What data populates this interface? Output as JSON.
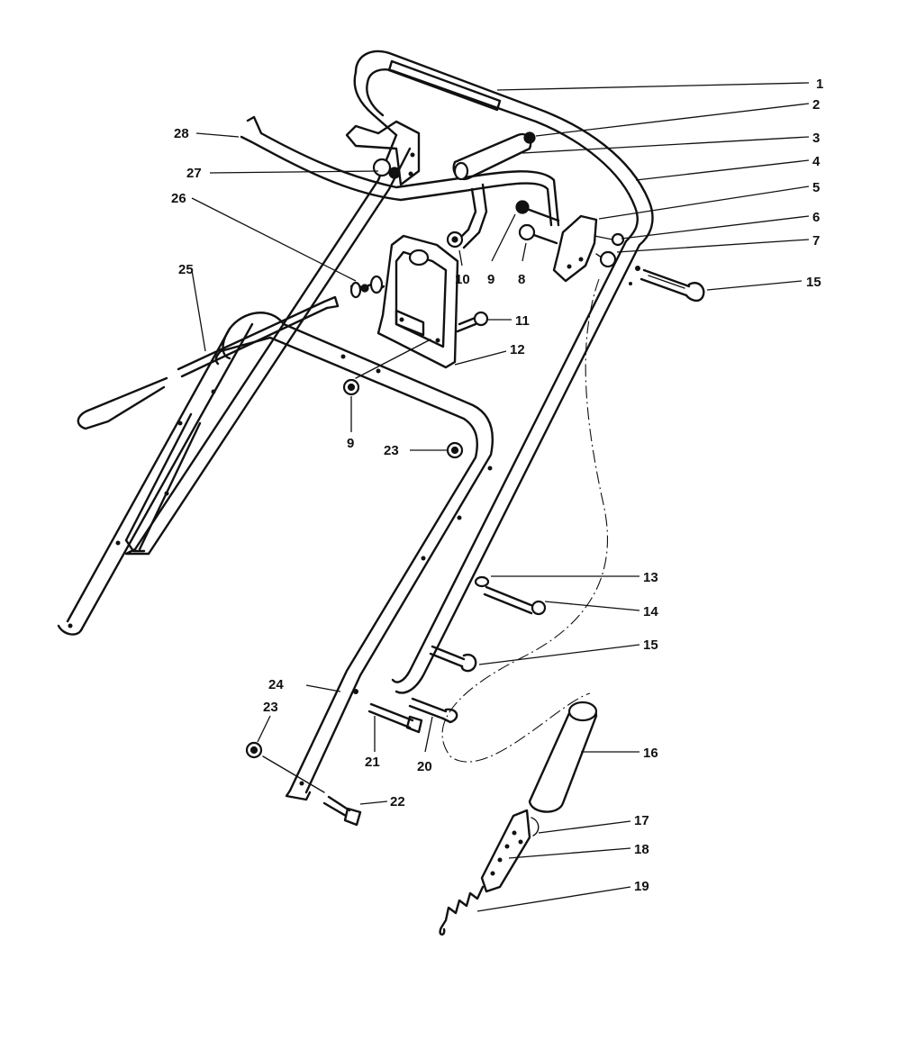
{
  "callouts": [
    {
      "id": "c1",
      "label": "1"
    },
    {
      "id": "c2",
      "label": "2"
    },
    {
      "id": "c3",
      "label": "3"
    },
    {
      "id": "c4",
      "label": "4"
    },
    {
      "id": "c5",
      "label": "5"
    },
    {
      "id": "c6",
      "label": "6"
    },
    {
      "id": "c7",
      "label": "7"
    },
    {
      "id": "c15a",
      "label": "15"
    },
    {
      "id": "c28",
      "label": "28"
    },
    {
      "id": "c27",
      "label": "27"
    },
    {
      "id": "c26",
      "label": "26"
    },
    {
      "id": "c25",
      "label": "25"
    },
    {
      "id": "c10",
      "label": "10"
    },
    {
      "id": "c9a",
      "label": "9"
    },
    {
      "id": "c8",
      "label": "8"
    },
    {
      "id": "c11",
      "label": "11"
    },
    {
      "id": "c12",
      "label": "12"
    },
    {
      "id": "c9b",
      "label": "9"
    },
    {
      "id": "c23a",
      "label": "23"
    },
    {
      "id": "c13",
      "label": "13"
    },
    {
      "id": "c14",
      "label": "14"
    },
    {
      "id": "c15b",
      "label": "15"
    },
    {
      "id": "c24",
      "label": "24"
    },
    {
      "id": "c23b",
      "label": "23"
    },
    {
      "id": "c21",
      "label": "21"
    },
    {
      "id": "c20",
      "label": "20"
    },
    {
      "id": "c16",
      "label": "16"
    },
    {
      "id": "c22",
      "label": "22"
    },
    {
      "id": "c17",
      "label": "17"
    },
    {
      "id": "c18",
      "label": "18"
    },
    {
      "id": "c19",
      "label": "19"
    }
  ]
}
